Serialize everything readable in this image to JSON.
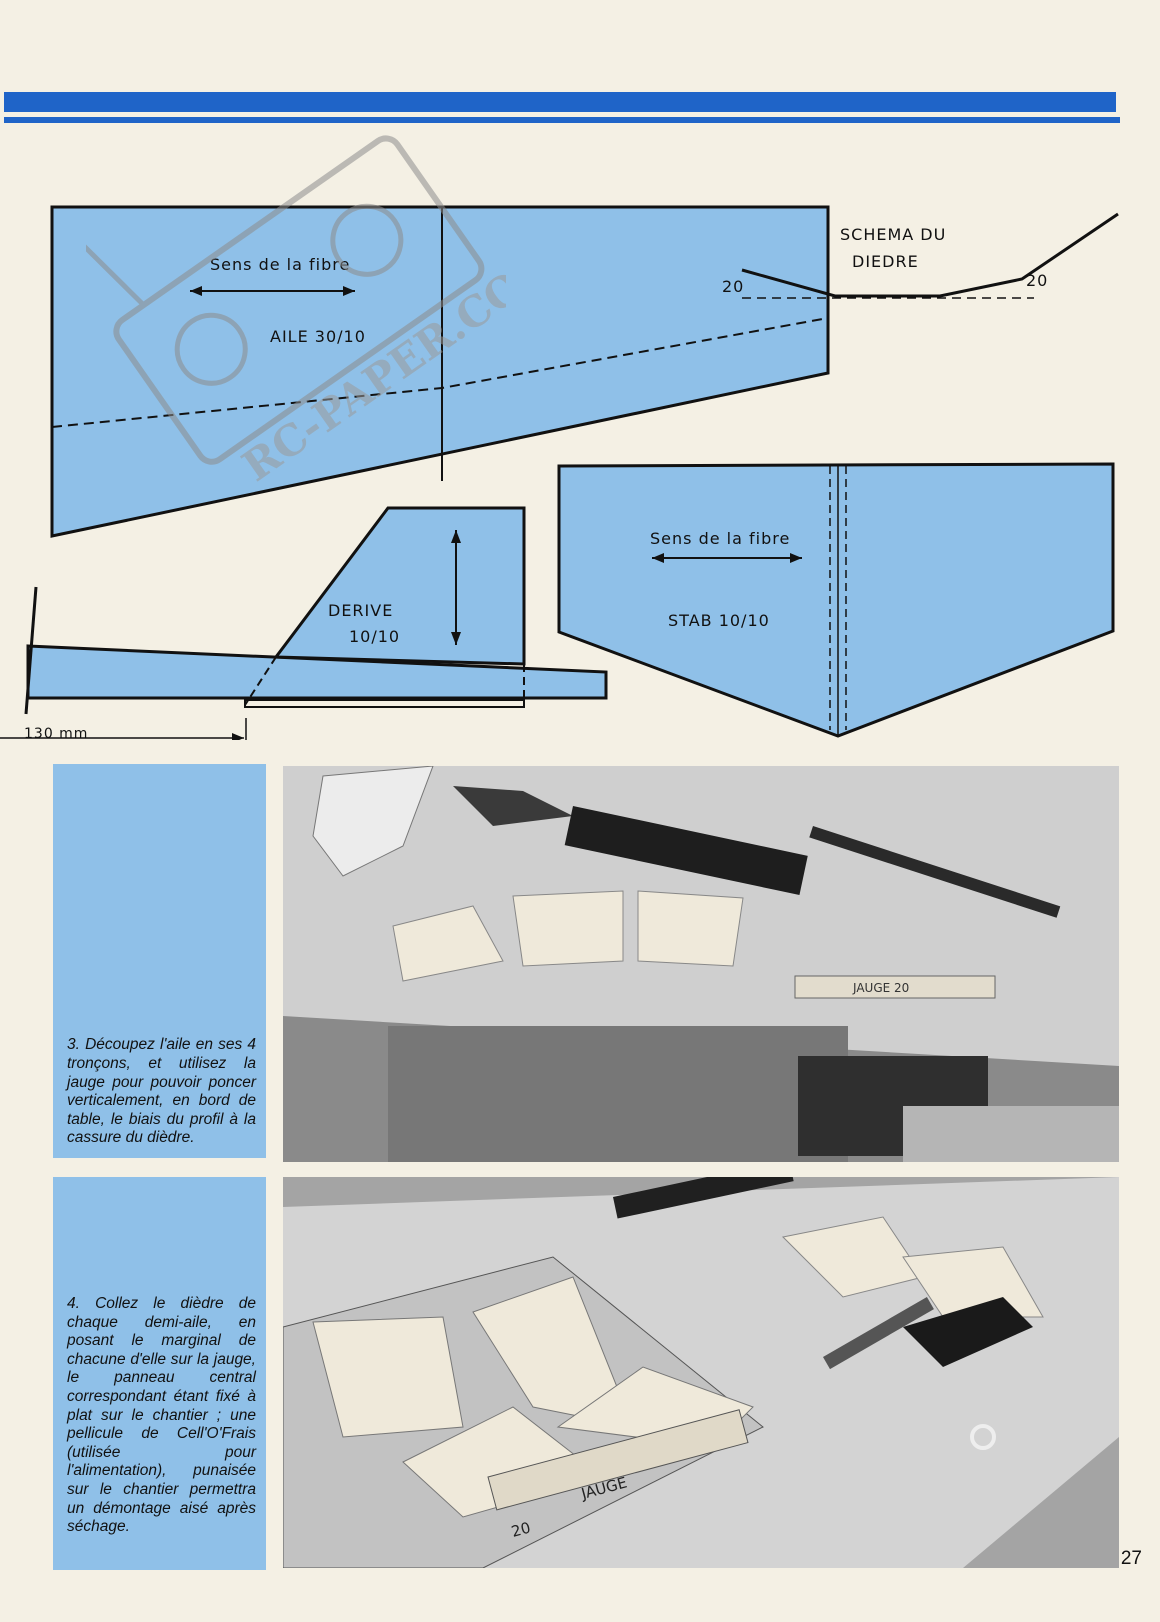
{
  "colors": {
    "accent_blue": "#1f64c8",
    "panel_blue": "#8fc0e8",
    "page": "#f4f0e4"
  },
  "plans": {
    "wing_grain": "Sens de la fibre",
    "wing_label": "AILE 30/10",
    "dihedral_title_1": "SCHEMA DU",
    "dihedral_title_2": "DIEDRE",
    "dihedral_left": "20",
    "dihedral_right": "20",
    "fin_label_1": "DERIVE",
    "fin_label_2": "10/10",
    "stab_grain": "Sens de la fibre",
    "stab_label": "STAB 10/10",
    "dimension": "130 mm"
  },
  "watermark": {
    "text": "RC-PAPER.COM"
  },
  "photos": {
    "photo3_gauge_label": "JAUGE 20",
    "photo4_gauge_label": "JAUGE",
    "photo4_gauge_num": "20"
  },
  "captions": {
    "caption3": "3. Découpez l'aile en ses 4 tronçons, et utilisez la jauge pour pouvoir poncer verticalement, en bord de table, le biais du profil à la cassure du dièdre.",
    "caption4": "4. Collez le dièdre de chaque demi-aile, en posant le marginal de chacune d'elle sur la jauge, le panneau central correspondant étant fixé à plat sur le chantier ; une pellicule de Cell'O'Frais (utilisée pour l'alimentation), punaisée sur le chantier permettra un démontage aisé après séchage."
  },
  "page_number": "27"
}
